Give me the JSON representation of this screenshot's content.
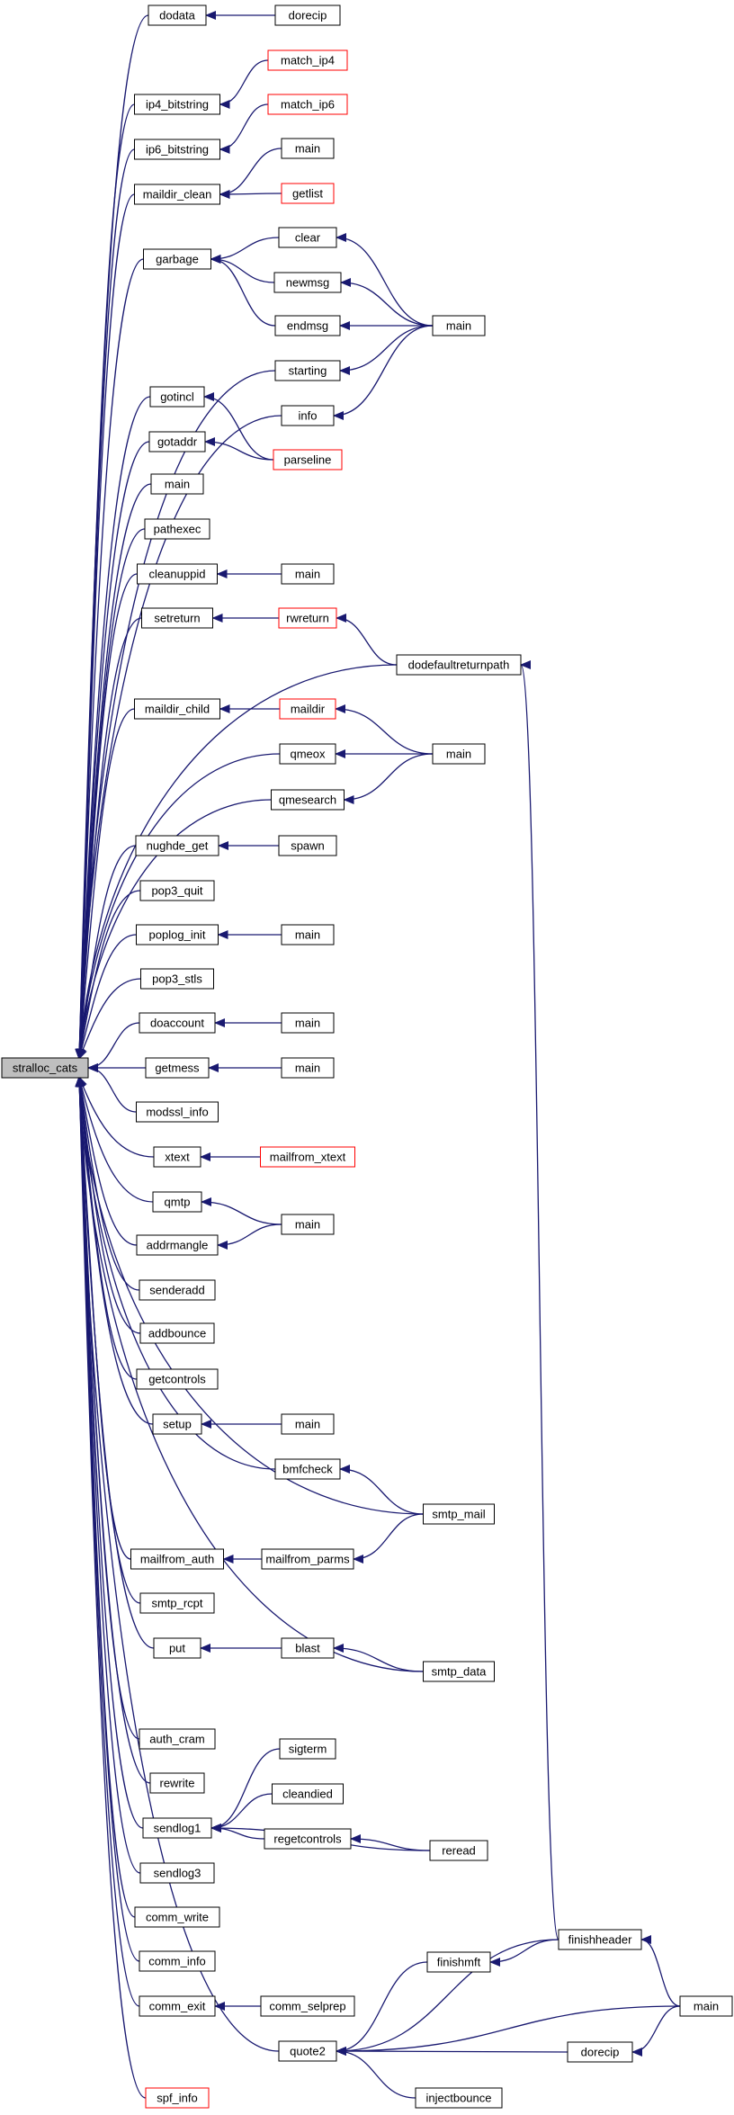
{
  "colors": {
    "edge": "#191970",
    "node_border": "#000000",
    "node_border_truncated": "#ff0000",
    "focus_fill": "#bfbfbf",
    "node_fill": "#ffffff"
  },
  "nodes": [
    {
      "id": "n0",
      "label": "stralloc_cats",
      "focus": true
    },
    {
      "id": "n1",
      "label": "dodata"
    },
    {
      "id": "n2",
      "label": "dorecip"
    },
    {
      "id": "n3",
      "label": "ip4_bitstring"
    },
    {
      "id": "n4",
      "label": "match_ip4",
      "truncated": true
    },
    {
      "id": "n5",
      "label": "ip6_bitstring"
    },
    {
      "id": "n6",
      "label": "match_ip6",
      "truncated": true
    },
    {
      "id": "n7",
      "label": "maildir_clean"
    },
    {
      "id": "n8",
      "label": "main"
    },
    {
      "id": "n9",
      "label": "getlist",
      "truncated": true
    },
    {
      "id": "n10",
      "label": "garbage"
    },
    {
      "id": "n11",
      "label": "clear"
    },
    {
      "id": "n12",
      "label": "newmsg"
    },
    {
      "id": "n13",
      "label": "endmsg"
    },
    {
      "id": "n14",
      "label": "main"
    },
    {
      "id": "n15",
      "label": "starting"
    },
    {
      "id": "n16",
      "label": "info"
    },
    {
      "id": "n17",
      "label": "gotincl"
    },
    {
      "id": "n18",
      "label": "gotaddr"
    },
    {
      "id": "n19",
      "label": "parseline",
      "truncated": true
    },
    {
      "id": "n20",
      "label": "main"
    },
    {
      "id": "n21",
      "label": "pathexec"
    },
    {
      "id": "n22",
      "label": "cleanuppid"
    },
    {
      "id": "n23",
      "label": "main"
    },
    {
      "id": "n24",
      "label": "setreturn"
    },
    {
      "id": "n25",
      "label": "rwreturn",
      "truncated": true
    },
    {
      "id": "n26",
      "label": "dodefaultreturnpath"
    },
    {
      "id": "n27",
      "label": "maildir_child"
    },
    {
      "id": "n28",
      "label": "maildir",
      "truncated": true
    },
    {
      "id": "n29",
      "label": "main"
    },
    {
      "id": "n30",
      "label": "qmeox"
    },
    {
      "id": "n31",
      "label": "qmesearch"
    },
    {
      "id": "n32",
      "label": "nughde_get"
    },
    {
      "id": "n33",
      "label": "spawn"
    },
    {
      "id": "n34",
      "label": "pop3_quit"
    },
    {
      "id": "n35",
      "label": "poplog_init"
    },
    {
      "id": "n36",
      "label": "main"
    },
    {
      "id": "n37",
      "label": "pop3_stls"
    },
    {
      "id": "n38",
      "label": "doaccount"
    },
    {
      "id": "n39",
      "label": "main"
    },
    {
      "id": "n40",
      "label": "getmess"
    },
    {
      "id": "n41",
      "label": "main"
    },
    {
      "id": "n42",
      "label": "modssl_info"
    },
    {
      "id": "n43",
      "label": "xtext"
    },
    {
      "id": "n44",
      "label": "mailfrom_xtext",
      "truncated": true
    },
    {
      "id": "n45",
      "label": "qmtp"
    },
    {
      "id": "n46",
      "label": "addrmangle"
    },
    {
      "id": "n47",
      "label": "main"
    },
    {
      "id": "n48",
      "label": "senderadd"
    },
    {
      "id": "n49",
      "label": "addbounce"
    },
    {
      "id": "n50",
      "label": "getcontrols"
    },
    {
      "id": "n51",
      "label": "setup"
    },
    {
      "id": "n52",
      "label": "main"
    },
    {
      "id": "n53",
      "label": "bmfcheck"
    },
    {
      "id": "n54",
      "label": "smtp_mail"
    },
    {
      "id": "n55",
      "label": "mailfrom_auth"
    },
    {
      "id": "n56",
      "label": "mailfrom_parms"
    },
    {
      "id": "n57",
      "label": "smtp_rcpt"
    },
    {
      "id": "n58",
      "label": "put"
    },
    {
      "id": "n59",
      "label": "blast"
    },
    {
      "id": "n60",
      "label": "smtp_data"
    },
    {
      "id": "n61",
      "label": "auth_cram"
    },
    {
      "id": "n62",
      "label": "rewrite"
    },
    {
      "id": "n63",
      "label": "sendlog1"
    },
    {
      "id": "n64",
      "label": "sigterm"
    },
    {
      "id": "n65",
      "label": "cleandied"
    },
    {
      "id": "n66",
      "label": "regetcontrols"
    },
    {
      "id": "n67",
      "label": "reread"
    },
    {
      "id": "n68",
      "label": "sendlog3"
    },
    {
      "id": "n69",
      "label": "comm_write"
    },
    {
      "id": "n70",
      "label": "finishheader"
    },
    {
      "id": "n71",
      "label": "comm_info"
    },
    {
      "id": "n72",
      "label": "finishmft"
    },
    {
      "id": "n73",
      "label": "comm_exit"
    },
    {
      "id": "n74",
      "label": "comm_selprep"
    },
    {
      "id": "n75",
      "label": "main"
    },
    {
      "id": "n76",
      "label": "quote2"
    },
    {
      "id": "n77",
      "label": "dorecip"
    },
    {
      "id": "n78",
      "label": "injectbounce"
    },
    {
      "id": "n79",
      "label": "spf_info",
      "truncated": true
    }
  ],
  "edges": [
    [
      "n1",
      "n0"
    ],
    [
      "n3",
      "n0"
    ],
    [
      "n5",
      "n0"
    ],
    [
      "n7",
      "n0"
    ],
    [
      "n10",
      "n0"
    ],
    [
      "n15",
      "n0"
    ],
    [
      "n16",
      "n0"
    ],
    [
      "n17",
      "n0"
    ],
    [
      "n18",
      "n0"
    ],
    [
      "n20",
      "n0"
    ],
    [
      "n21",
      "n0"
    ],
    [
      "n22",
      "n0"
    ],
    [
      "n24",
      "n0"
    ],
    [
      "n26",
      "n0"
    ],
    [
      "n27",
      "n0"
    ],
    [
      "n30",
      "n0"
    ],
    [
      "n31",
      "n0"
    ],
    [
      "n32",
      "n0"
    ],
    [
      "n34",
      "n0"
    ],
    [
      "n35",
      "n0"
    ],
    [
      "n37",
      "n0"
    ],
    [
      "n38",
      "n0"
    ],
    [
      "n40",
      "n0"
    ],
    [
      "n42",
      "n0"
    ],
    [
      "n43",
      "n0"
    ],
    [
      "n45",
      "n0"
    ],
    [
      "n46",
      "n0"
    ],
    [
      "n48",
      "n0"
    ],
    [
      "n49",
      "n0"
    ],
    [
      "n50",
      "n0"
    ],
    [
      "n51",
      "n0"
    ],
    [
      "n53",
      "n0"
    ],
    [
      "n54",
      "n0"
    ],
    [
      "n55",
      "n0"
    ],
    [
      "n57",
      "n0"
    ],
    [
      "n58",
      "n0"
    ],
    [
      "n60",
      "n0"
    ],
    [
      "n61",
      "n0"
    ],
    [
      "n62",
      "n0"
    ],
    [
      "n63",
      "n0"
    ],
    [
      "n68",
      "n0"
    ],
    [
      "n69",
      "n0"
    ],
    [
      "n71",
      "n0"
    ],
    [
      "n73",
      "n0"
    ],
    [
      "n76",
      "n0"
    ],
    [
      "n79",
      "n0"
    ],
    [
      "n2",
      "n1"
    ],
    [
      "n4",
      "n3"
    ],
    [
      "n6",
      "n5"
    ],
    [
      "n8",
      "n7"
    ],
    [
      "n9",
      "n7"
    ],
    [
      "n11",
      "n10"
    ],
    [
      "n12",
      "n10"
    ],
    [
      "n13",
      "n10"
    ],
    [
      "n14",
      "n11"
    ],
    [
      "n14",
      "n12"
    ],
    [
      "n14",
      "n13"
    ],
    [
      "n14",
      "n15"
    ],
    [
      "n14",
      "n16"
    ],
    [
      "n19",
      "n17"
    ],
    [
      "n19",
      "n18"
    ],
    [
      "n23",
      "n22"
    ],
    [
      "n25",
      "n24"
    ],
    [
      "n26",
      "n25"
    ],
    [
      "n28",
      "n27"
    ],
    [
      "n29",
      "n28"
    ],
    [
      "n29",
      "n30"
    ],
    [
      "n29",
      "n31"
    ],
    [
      "n33",
      "n32"
    ],
    [
      "n36",
      "n35"
    ],
    [
      "n39",
      "n38"
    ],
    [
      "n41",
      "n40"
    ],
    [
      "n44",
      "n43"
    ],
    [
      "n47",
      "n45"
    ],
    [
      "n47",
      "n46"
    ],
    [
      "n52",
      "n51"
    ],
    [
      "n54",
      "n53"
    ],
    [
      "n54",
      "n56"
    ],
    [
      "n56",
      "n55"
    ],
    [
      "n59",
      "n58"
    ],
    [
      "n60",
      "n59"
    ],
    [
      "n64",
      "n63"
    ],
    [
      "n65",
      "n63"
    ],
    [
      "n66",
      "n63"
    ],
    [
      "n67",
      "n63"
    ],
    [
      "n67",
      "n66"
    ],
    [
      "n70",
      "n26"
    ],
    [
      "n70",
      "n72"
    ],
    [
      "n70",
      "n76"
    ],
    [
      "n75",
      "n70"
    ],
    [
      "n75",
      "n76"
    ],
    [
      "n75",
      "n77"
    ],
    [
      "n72",
      "n76"
    ],
    [
      "n74",
      "n73"
    ],
    [
      "n77",
      "n76"
    ],
    [
      "n78",
      "n76"
    ]
  ]
}
